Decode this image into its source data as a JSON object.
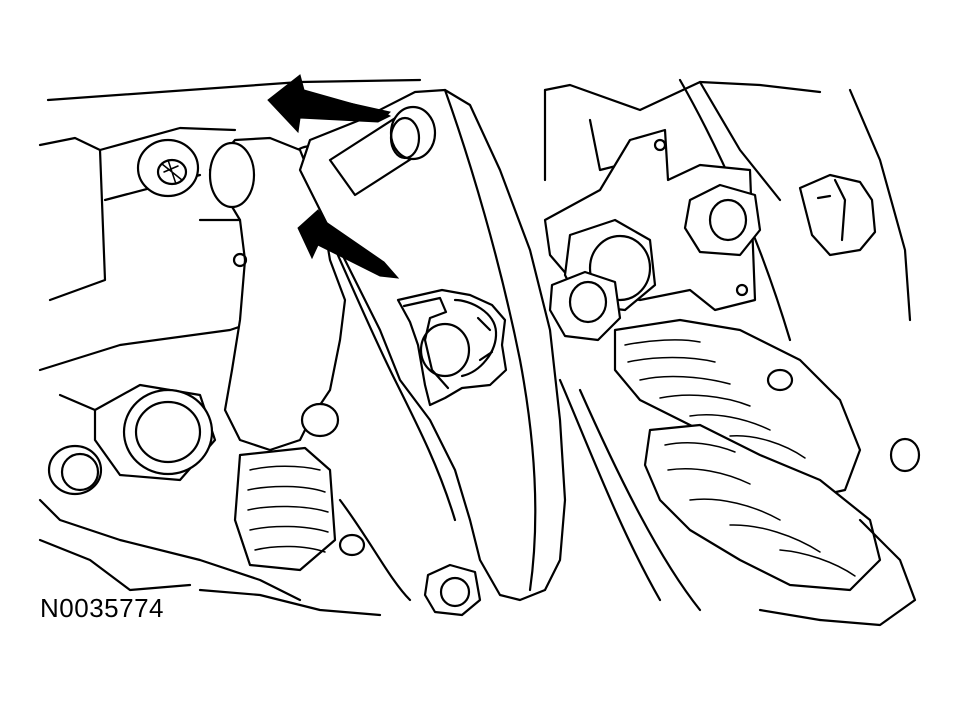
{
  "figure": {
    "id_label": "N0035774"
  },
  "callouts": [
    {
      "name": "upper-arrow",
      "points_to": "pin-shaft"
    },
    {
      "name": "lower-arrow",
      "points_to": "retaining-clip"
    }
  ],
  "colors": {
    "line": "#000000",
    "background": "#ffffff"
  }
}
